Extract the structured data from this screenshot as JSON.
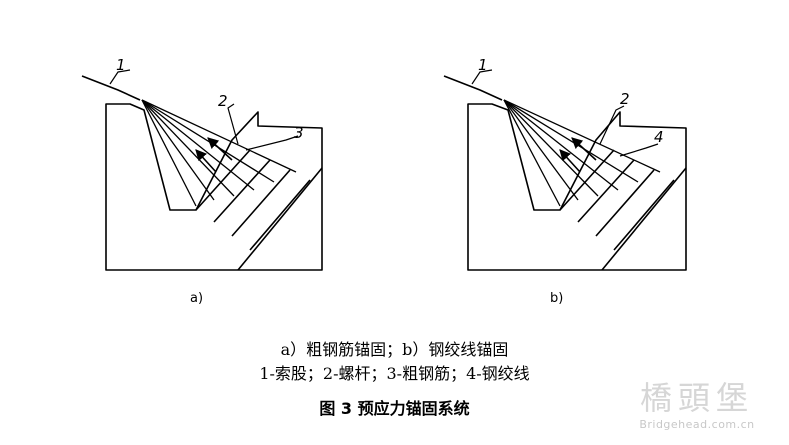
{
  "diagram": {
    "panel_a": {
      "sublabel": "a)",
      "callouts": {
        "cable": "1",
        "bolt": "2",
        "thick_bar": "3"
      }
    },
    "panel_b": {
      "sublabel": "b)",
      "callouts": {
        "cable": "1",
        "bolt": "2",
        "strand": "4"
      }
    }
  },
  "caption": {
    "line1": "a）粗钢筋锚固；b）钢绞线锚固",
    "line2": "1-索股；2-螺杆；3-粗钢筋；4-钢绞线"
  },
  "figure_title": "图 3 预应力锚固系统",
  "watermark": {
    "logo": "橋頭堡",
    "url": "Bridgehead.com.cn"
  },
  "colors": {
    "ink": "#000000",
    "background": "#ffffff",
    "watermark": "#b5b5b5"
  }
}
